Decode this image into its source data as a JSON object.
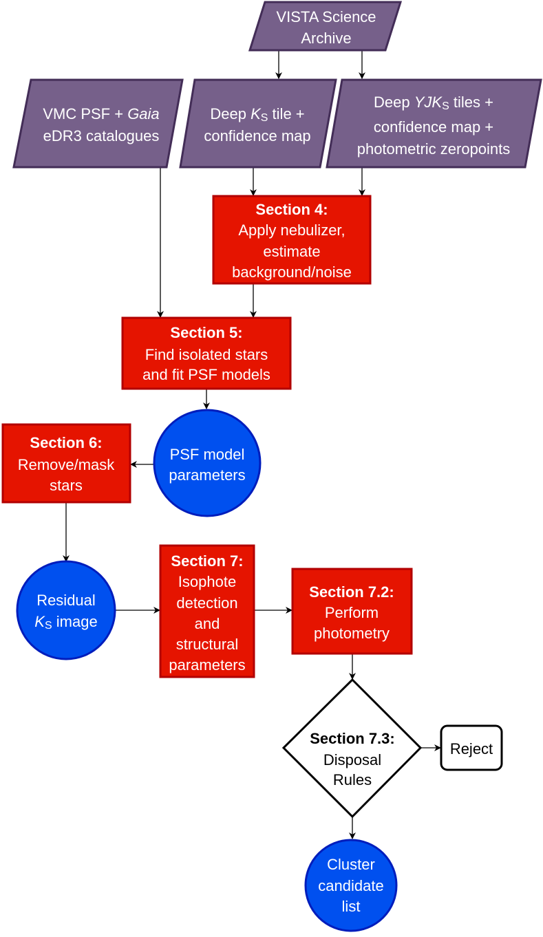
{
  "colors": {
    "input_fill": "#76608a",
    "input_stroke": "#432d57",
    "process_fill": "#e51400",
    "process_stroke": "#b20000",
    "data_fill": "#0050ef",
    "data_stroke": "#001dbc"
  },
  "nodes": {
    "vista": {
      "lines": [
        [
          {
            "t": "VISTA Science"
          }
        ],
        [
          {
            "t": "Archive"
          }
        ]
      ]
    },
    "vmc": {
      "lines": [
        [
          {
            "t": "VMC PSF + "
          },
          {
            "t": "Gaia",
            "i": true
          }
        ],
        [
          {
            "t": "eDR3 catalogues"
          }
        ]
      ]
    },
    "deep_ks": {
      "lines": [
        [
          {
            "t": "Deep "
          },
          {
            "t": "K",
            "i": true
          },
          {
            "t": "S",
            "sub": true
          },
          {
            "t": " tile +"
          }
        ],
        [
          {
            "t": "confidence map"
          }
        ]
      ]
    },
    "deep_yjk": {
      "lines": [
        [
          {
            "t": "Deep "
          },
          {
            "t": "YJK",
            "i": true
          },
          {
            "t": "S",
            "sub": true
          },
          {
            "t": " tiles +"
          }
        ],
        [
          {
            "t": "confidence map +"
          }
        ],
        [
          {
            "t": "photometric zeropoints"
          }
        ]
      ]
    },
    "sec4": {
      "lines": [
        [
          {
            "t": "Section 4:",
            "b": true
          }
        ],
        [
          {
            "t": "Apply nebulizer,"
          }
        ],
        [
          {
            "t": "estimate"
          }
        ],
        [
          {
            "t": "background/noise"
          }
        ]
      ]
    },
    "sec5": {
      "lines": [
        [
          {
            "t": "Section 5:",
            "b": true
          }
        ],
        [
          {
            "t": "Find isolated stars"
          }
        ],
        [
          {
            "t": "and fit PSF models"
          }
        ]
      ]
    },
    "psf": {
      "lines": [
        [
          {
            "t": "PSF model"
          }
        ],
        [
          {
            "t": "parameters"
          }
        ]
      ]
    },
    "sec6": {
      "lines": [
        [
          {
            "t": "Section 6:",
            "b": true
          }
        ],
        [
          {
            "t": "Remove/mask"
          }
        ],
        [
          {
            "t": "stars"
          }
        ]
      ]
    },
    "residual": {
      "lines": [
        [
          {
            "t": "Residual"
          }
        ],
        [
          {
            "t": "K",
            "i": true
          },
          {
            "t": "S",
            "sub": true
          },
          {
            "t": " image"
          }
        ]
      ]
    },
    "sec7": {
      "lines": [
        [
          {
            "t": "Section 7:",
            "b": true
          }
        ],
        [
          {
            "t": "Isophote"
          }
        ],
        [
          {
            "t": "detection"
          }
        ],
        [
          {
            "t": "and"
          }
        ],
        [
          {
            "t": "structural"
          }
        ],
        [
          {
            "t": "parameters"
          }
        ]
      ]
    },
    "sec72": {
      "lines": [
        [
          {
            "t": "Section 7.2:",
            "b": true
          }
        ],
        [
          {
            "t": "Perform"
          }
        ],
        [
          {
            "t": "photometry"
          }
        ]
      ]
    },
    "sec73": {
      "lines": [
        [
          {
            "t": "Section 7.3:",
            "b": true
          }
        ],
        [
          {
            "t": "Disposal"
          }
        ],
        [
          {
            "t": "Rules"
          }
        ]
      ]
    },
    "reject": {
      "lines": [
        [
          {
            "t": "Reject"
          }
        ]
      ]
    },
    "cluster": {
      "lines": [
        [
          {
            "t": "Cluster"
          }
        ],
        [
          {
            "t": "candidate"
          }
        ],
        [
          {
            "t": "list"
          }
        ]
      ]
    }
  }
}
